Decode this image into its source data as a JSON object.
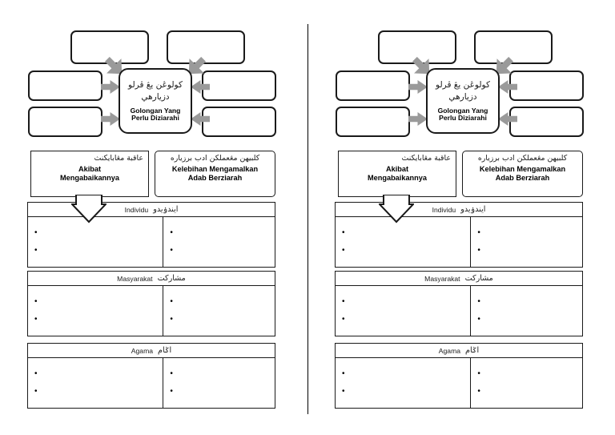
{
  "worksheet": {
    "title_jawi": "كولوڠن يڠ ڤرلو دزيارهي",
    "title_latin_line1": "Golongan Yang",
    "title_latin_line2": "Perlu Diziarahi",
    "divider_name": "page-fold-divider",
    "blank_node_count": 6,
    "panel_count": 2
  },
  "headings": {
    "left": {
      "jawi": "عاقبة مڠابايكنث",
      "latin_line1": "Akibat",
      "latin_line2": "Mengabaikannya"
    },
    "right": {
      "jawi": "كلبيهن مڠعملكن ادب برزياره",
      "latin_line1": "Kelebihan Mengamalkan",
      "latin_line2": "Adab Berziarah"
    }
  },
  "sections": [
    {
      "id": "individu",
      "jawi": "ايندۏيدو",
      "latin": "Individu",
      "columns": [
        {
          "bullets": [
            "•",
            "•"
          ]
        },
        {
          "bullets": [
            "•",
            "•"
          ]
        }
      ]
    },
    {
      "id": "masyarakat",
      "jawi": "مشاركت",
      "latin": "Masyarakat",
      "columns": [
        {
          "bullets": [
            "•",
            "•"
          ]
        },
        {
          "bullets": [
            "•",
            "•"
          ]
        }
      ]
    },
    {
      "id": "agama",
      "jawi": "اݢام",
      "latin": "Agama",
      "columns": [
        {
          "bullets": [
            "•",
            "•"
          ]
        },
        {
          "bullets": [
            "•",
            "•"
          ]
        }
      ]
    }
  ],
  "colors": {
    "ink": "#1a1a1a",
    "arrow_grey": "#9a9a9a",
    "paper": "#ffffff"
  }
}
